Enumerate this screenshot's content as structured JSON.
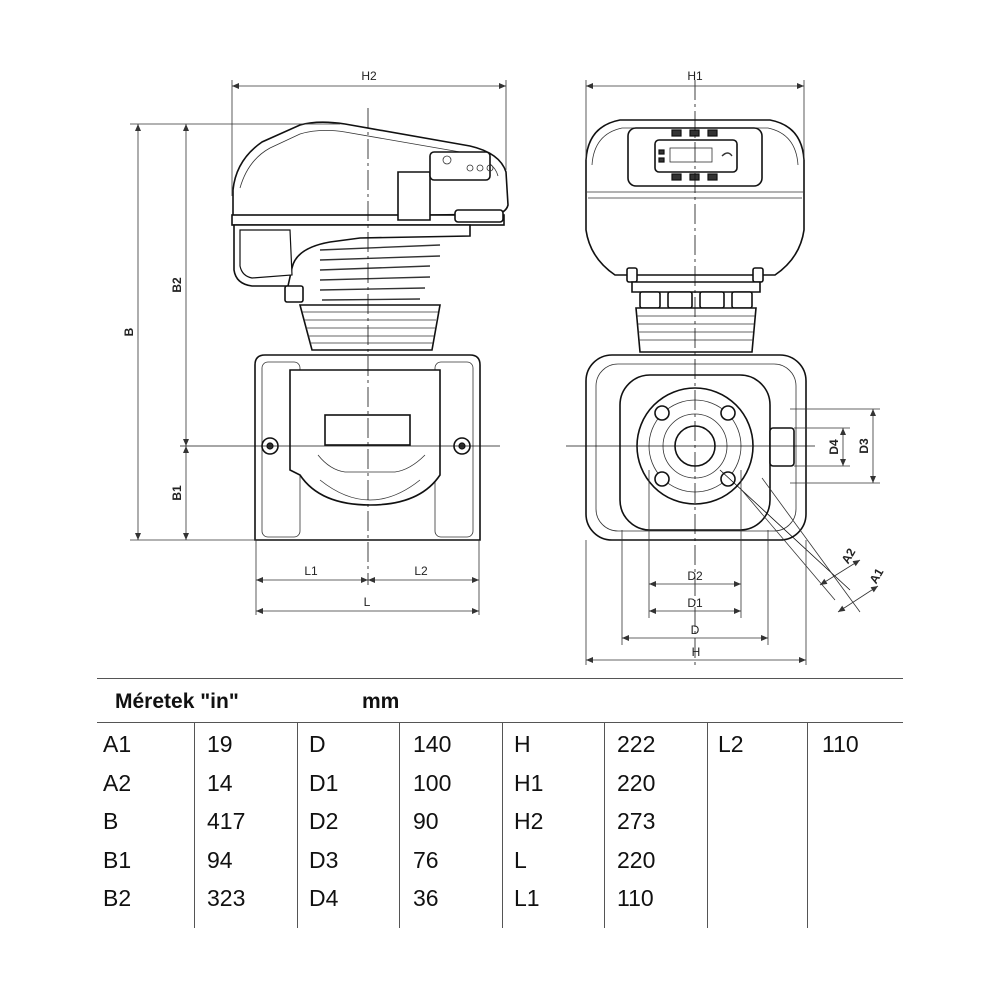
{
  "drawing": {
    "labels": {
      "H2": "H2",
      "H1": "H1",
      "B": "B",
      "B1": "B1",
      "B2": "B2",
      "L": "L",
      "L1": "L1",
      "L2": "L2",
      "D": "D",
      "D1": "D1",
      "D2": "D2",
      "D3": "D3",
      "D4": "D4",
      "H": "H",
      "A1": "A1",
      "A2": "A2"
    }
  },
  "table": {
    "title": "Méretek \"in\"",
    "unit": "mm",
    "columns": [
      [
        {
          "label": "A1",
          "value": "19"
        },
        {
          "label": "A2",
          "value": "14"
        },
        {
          "label": "B",
          "value": "417"
        },
        {
          "label": "B1",
          "value": "94"
        },
        {
          "label": "B2",
          "value": "323"
        }
      ],
      [
        {
          "label": "D",
          "value": "140"
        },
        {
          "label": "D1",
          "value": "100"
        },
        {
          "label": "D2",
          "value": "90"
        },
        {
          "label": "D3",
          "value": "76"
        },
        {
          "label": "D4",
          "value": "36"
        }
      ],
      [
        {
          "label": "H",
          "value": "222"
        },
        {
          "label": "H1",
          "value": "220"
        },
        {
          "label": "H2",
          "value": "273"
        },
        {
          "label": "L",
          "value": "220"
        },
        {
          "label": "L1",
          "value": "110"
        }
      ],
      [
        {
          "label": "L2",
          "value": "110"
        }
      ]
    ]
  }
}
